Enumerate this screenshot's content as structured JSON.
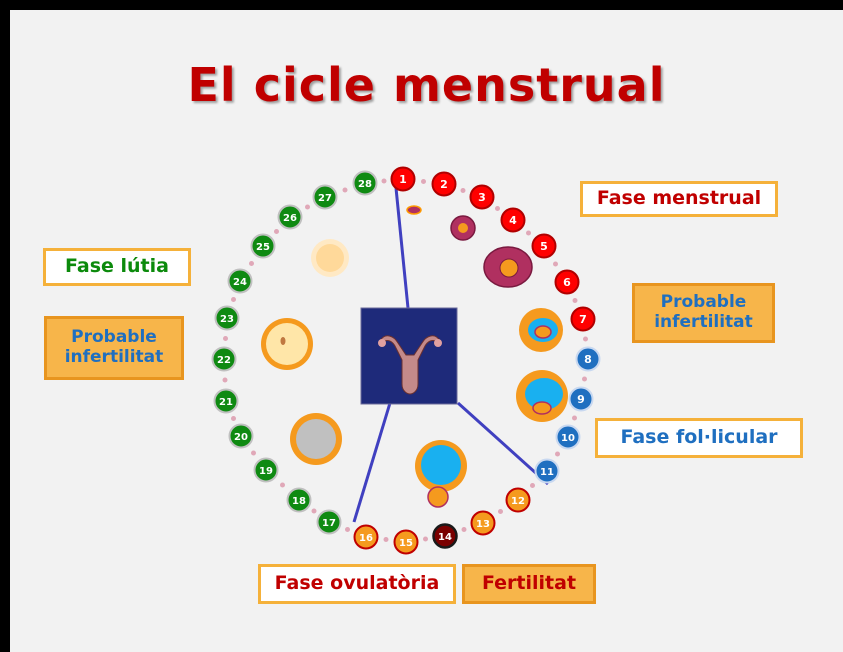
{
  "title": "El cicle menstrual",
  "colors": {
    "menstrual": "#ff0000",
    "follicular": "#1f6fc0",
    "ovulation": "#f59a1e",
    "peak": "#7a0000",
    "luteal": "#0f8a12",
    "label_red": "#c00000",
    "label_green": "#0b8a0b",
    "label_blue": "#1f6fc0",
    "accent_border": "#f5b13a",
    "line": "#4040c0"
  },
  "days": [
    {
      "n": "1",
      "phase": "menstrual"
    },
    {
      "n": "2",
      "phase": "menstrual"
    },
    {
      "n": "3",
      "phase": "menstrual"
    },
    {
      "n": "4",
      "phase": "menstrual"
    },
    {
      "n": "5",
      "phase": "menstrual"
    },
    {
      "n": "6",
      "phase": "menstrual"
    },
    {
      "n": "7",
      "phase": "menstrual"
    },
    {
      "n": "8",
      "phase": "follicular"
    },
    {
      "n": "9",
      "phase": "follicular"
    },
    {
      "n": "10",
      "phase": "follicular"
    },
    {
      "n": "11",
      "phase": "follicular"
    },
    {
      "n": "12",
      "phase": "ovulation"
    },
    {
      "n": "13",
      "phase": "ovulation"
    },
    {
      "n": "14",
      "phase": "peak"
    },
    {
      "n": "15",
      "phase": "ovulation"
    },
    {
      "n": "16",
      "phase": "ovulation"
    },
    {
      "n": "17",
      "phase": "luteal"
    },
    {
      "n": "18",
      "phase": "luteal"
    },
    {
      "n": "19",
      "phase": "luteal"
    },
    {
      "n": "20",
      "phase": "luteal"
    },
    {
      "n": "21",
      "phase": "luteal"
    },
    {
      "n": "22",
      "phase": "luteal"
    },
    {
      "n": "23",
      "phase": "luteal"
    },
    {
      "n": "24",
      "phase": "luteal"
    },
    {
      "n": "25",
      "phase": "luteal"
    },
    {
      "n": "26",
      "phase": "luteal"
    },
    {
      "n": "27",
      "phase": "luteal"
    },
    {
      "n": "28",
      "phase": "luteal"
    }
  ],
  "labels": {
    "menstrual": "Fase menstrual",
    "infertile_right": "Probable infertilitat",
    "follicular": "Fase fol·licular",
    "luteal": "Fase lútia",
    "infertile_left": "Probable infertilitat",
    "ovulatory": "Fase ovulatòria",
    "fertile": "Fertilitat"
  }
}
